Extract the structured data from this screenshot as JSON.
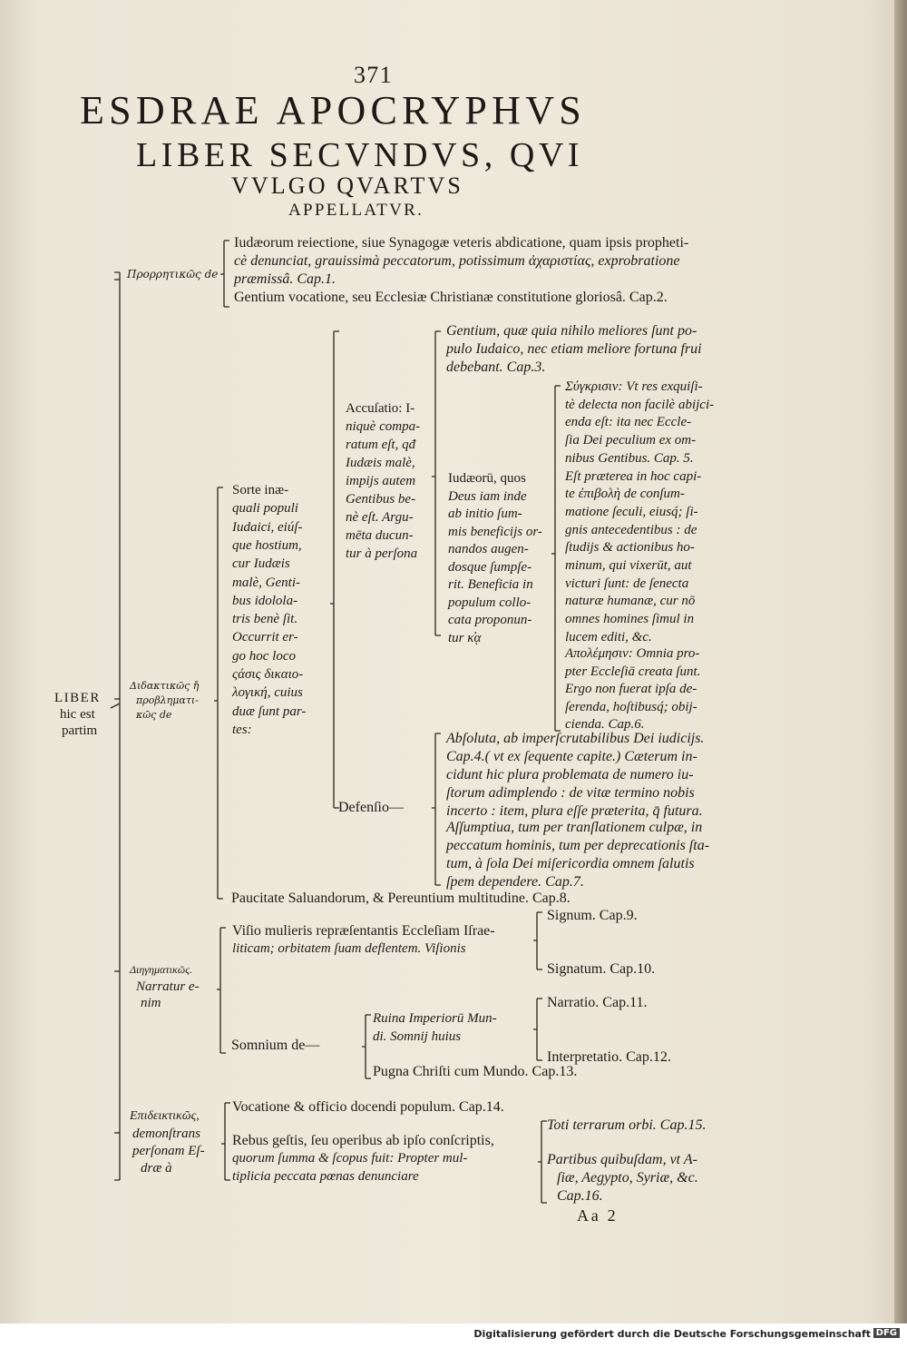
{
  "page": {
    "number": "371",
    "title": [
      "ESDRAE APOCRYPHVS",
      "LIBER SECVNDVS, QVI",
      "VVLGO QVARTVS",
      "APPELLATVR."
    ],
    "signature": "Aa 2"
  },
  "root": [
    "LIBER",
    "hic est",
    "partim"
  ],
  "propheticus": {
    "label": "Προρρητικῶς de",
    "items": [
      [
        "Iudæorum reiectione, siue Synagogæ veteris abdicatione, quam ipsis propheti-",
        "cè denunciat, grauissimà peccatorum, potissimum ἀχαριστίας, exprobratione",
        "præmissâ. Cap.1."
      ],
      [
        "Gentium vocatione, seu Ecclesiæ Christianæ constitutione gloriosâ. Cap.2."
      ]
    ]
  },
  "didacticus": {
    "label": [
      "Διδακτικῶς ἤ",
      "προβληματι-",
      "κῶς de"
    ],
    "sorte": [
      "Sorte inæ-",
      "quali populi",
      "Iudaici, eiúſ-",
      "que hostium,",
      "cur Iudæis",
      "malè, Genti-",
      "bus idolola-",
      "tris benè ſit.",
      "Occurrit er-",
      "go hoc loco",
      "ςάσις δικαιο-",
      "λογική, cuius",
      "duæ ſunt par-",
      "tes:"
    ],
    "accusatio": [
      "Accuſatio: I-",
      "niquè compa-",
      "ratum eſt, qđ",
      "Iudæis malè,",
      "impijs autem",
      "Gentibus be-",
      "nè eſt. Argu-",
      "mēta ducun-",
      "tur à perſona"
    ],
    "gentium": [
      "Gentium, quæ quia nihilo meliores ſunt po-",
      "pulo Iudaico, nec etiam meliore fortuna frui",
      "debebant. Cap.3."
    ],
    "iudaeorum": [
      "Iudæorū, quos",
      "Deus iam inde",
      "ab initio ſum-",
      "mis beneficijs or-",
      "nandos augen-",
      "dosque ſumpſe-",
      "rit. Beneficia in",
      "populum collo-",
      "cata proponun-",
      "tur κ̓ᾳ"
    ],
    "synkrisin": [
      "Σύγκρισιν: Vt res exquiſi-",
      "tè delecta non facilè abijci-",
      "enda eſt: ita nec Eccle-",
      "ſia Dei peculium ex om-",
      "nibus Gentibus. Cap. 5.",
      "Eſt præterea in hoc capi-",
      "te ἐπιβολὴ de conſum-",
      "matione ſeculi, eiusq́; ſi-",
      "gnis antecedentibus : de",
      "ſtudijs & actionibus ho-",
      "minum, qui vixerūt, aut",
      "victuri ſunt: de ſenecta",
      "naturæ humanæ, cur nō",
      "omnes homines ſimul in",
      "lucem editi, &c."
    ],
    "apolemesin": [
      "Απολέμησιν: Omnia pro-",
      "pter Eccleſiā creata ſunt.",
      "Ergo non fuerat ipſa de-",
      "ſerenda, hoſtibusq́; obij-",
      "cienda. Cap.6."
    ],
    "defensio": "Defenſio—",
    "absoluta": [
      "Abſoluta, ab imperſcrutabilibus Dei iudicijs.",
      "Cap.4.( vt ex ſequente capite.) Cæterum in-",
      "cidunt hic plura problemata de numero iu-",
      "ſtorum adimplendo : de vitæ termino nobis",
      "incerto : item, plura eſſe præterita, q̄ futura."
    ],
    "assumptiua": [
      "Aſſumptiua, tum per tranſlationem culpæ, in",
      "peccatum hominis, tum per deprecationis ſta-",
      "tum, à ſola Dei miſericordia omnem ſalutis",
      "ſpem dependere. Cap.7."
    ],
    "paucitate": "Paucitate Saluandorum, & Pereuntium multitudine. Cap.8."
  },
  "narratiuus": {
    "label": [
      "Διηγηματικῶς.",
      "Narratur e-",
      "nim"
    ],
    "visio": [
      "Viſio mulieris repræſentantis Eccleſiam Iſrae-",
      "liticam; orbitatem ſuam deflentem. Viſionis"
    ],
    "signum": "Signum. Cap.9.",
    "signatum": "Signatum. Cap.10.",
    "somnium": "Somnium de—",
    "ruina": [
      "Ruina Imperiorū Mun-",
      "di. Somnij huius"
    ],
    "narratio": "Narratio. Cap.11.",
    "interpretatio": "Interpretatio. Cap.12.",
    "pugna": "Pugna Chriſti cum Mundo. Cap.13."
  },
  "epideicticus": {
    "label": [
      "Επιδεικτικῶς,",
      "demonſtrans",
      "perſonam Eſ-",
      "dræ à"
    ],
    "vocatione": "Vocatione & officio docendi populum. Cap.14.",
    "rebus": [
      "Rebus geſtis, ſeu operibus ab ipſo conſcriptis,",
      "quorum ſumma & ſcopus fuit: Propter mul-",
      "tiplicia peccata pœnas denunciare"
    ],
    "toti": "Toti terrarum orbi. Cap.15.",
    "partibus": [
      "Partibus quibuſdam, vt A-",
      "ſiæ, Aegypto, Syriæ, &c.",
      "Cap.16."
    ]
  },
  "footer": {
    "text": "Digitalisierung gefördert durch die Deutsche Forschungsgemeinschaft",
    "logo": "DFG"
  }
}
